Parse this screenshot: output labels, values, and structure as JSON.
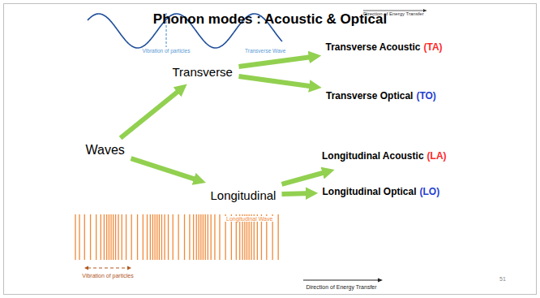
{
  "diagram": {
    "title": "Phonon modes : Acoustic & Optical",
    "nodes": [
      {
        "text": [
          "Waves"
        ]
      },
      {
        "text": [
          "Transverse"
        ]
      },
      {
        "text": [
          "Longitudinal"
        ]
      },
      {
        "text": [
          "Transverse Acoustic",
          "(TA)"
        ]
      },
      {
        "text": [
          "Transverse Optical",
          "(TO)"
        ]
      },
      {
        "text": [
          "Longitudinal Acoustic",
          "(LA)"
        ]
      },
      {
        "text": [
          "Longitudinal Optical",
          "(LO)"
        ]
      }
    ],
    "edges": [
      {
        "from": 0,
        "to": 1,
        "arrow": "to"
      },
      {
        "from": 0,
        "to": 2,
        "arrow": "to"
      },
      {
        "from": 1,
        "to": 3,
        "arrow": "to"
      },
      {
        "from": 1,
        "to": 4,
        "arrow": "to"
      },
      {
        "from": 2,
        "to": 5,
        "arrow": "to"
      },
      {
        "from": 2,
        "to": 6,
        "arrow": "to"
      }
    ],
    "labels": [
      "Direction of Energy Transfer",
      "Vibration of particles",
      "Transverse Wave",
      "Longitudinal Wave",
      "Vibration of particles",
      "Direction of Energy Transfer",
      "51"
    ]
  }
}
